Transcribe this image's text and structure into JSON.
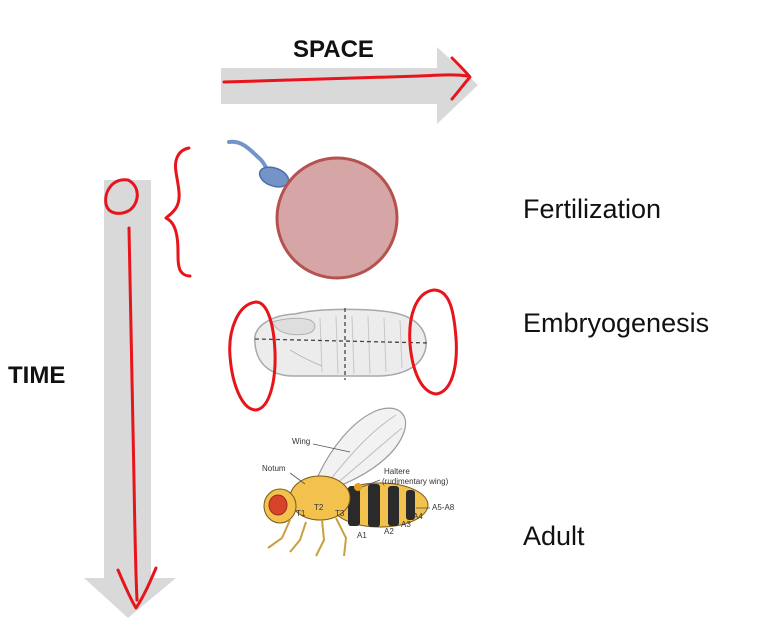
{
  "axes": {
    "space_label": "SPACE",
    "time_label": "TIME"
  },
  "stages": [
    {
      "label": "Fertilization"
    },
    {
      "label": "Embryogenesis"
    },
    {
      "label": "Adult"
    }
  ],
  "fly_labels": {
    "wing": "Wing",
    "notum": "Notum",
    "haltere": "Haltere",
    "haltere_note": "(rudimentary wing)",
    "t1": "T1",
    "t2": "T2",
    "t3": "T3",
    "a1": "A1",
    "a2": "A2",
    "a3": "A3",
    "a4": "A4",
    "a5_a8": "A5-A8"
  },
  "colors": {
    "arrow_gray": "#d9d9d9",
    "annotation_red": "#e8141b",
    "egg_fill": "#d6a5a5",
    "egg_stroke": "#b5514f",
    "sperm_blue": "#7394c8",
    "fly_yellow": "#f2c14e"
  }
}
